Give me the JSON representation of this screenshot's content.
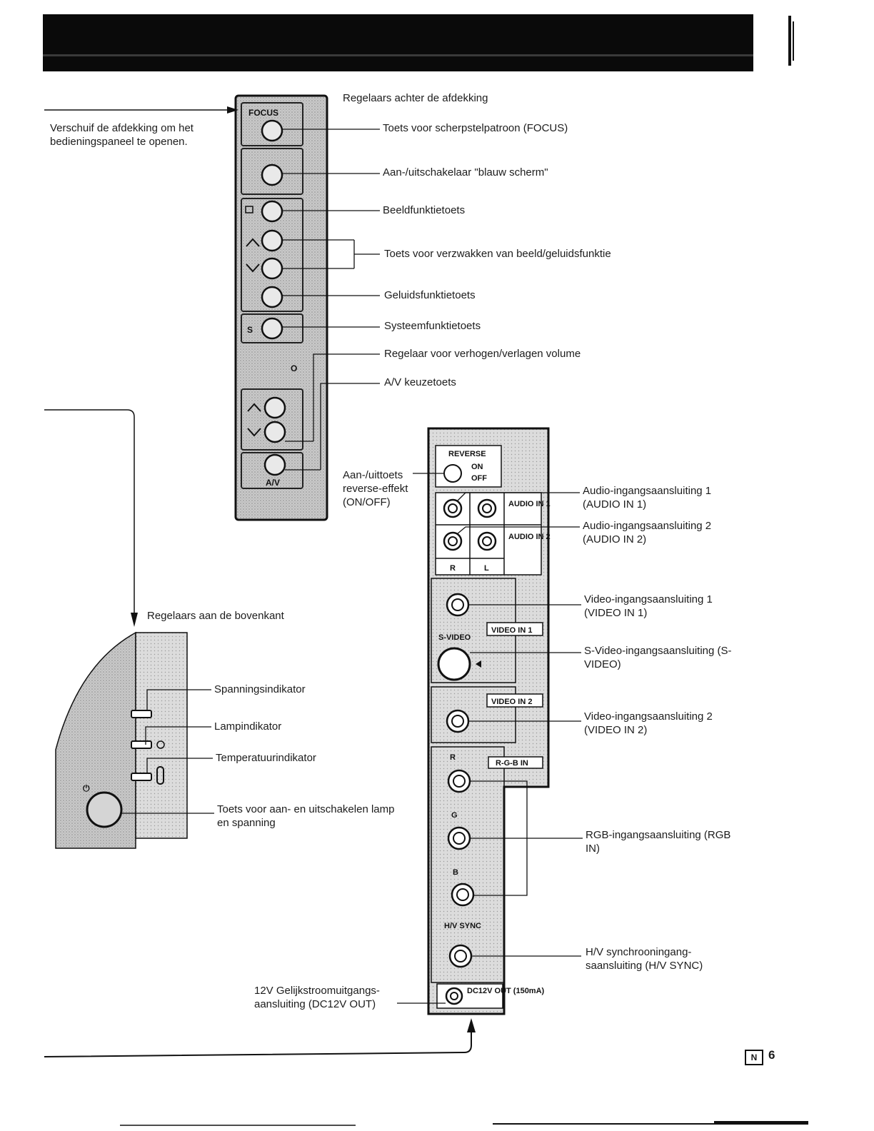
{
  "top_panel": {
    "heading": "Regelaars achter de afdekking",
    "focus_label": "FOCUS",
    "slide_note": "Verschuif de afdekking om het bedieningspaneel te openen.",
    "callouts": [
      "Toets voor scherpstelpatroon (FOCUS)",
      "Aan-/uitschakelaar \"blauw scherm\"",
      "Beeldfunktietoets",
      "Toets voor verzwakken van beeld/geluidsfunktie",
      "Geluidsfunktietoets",
      "Systeemfunktietoets",
      "Regelaar voor verhogen/verlagen volume",
      "A/V keuzetoets"
    ],
    "s_key": "S",
    "av_key": "A/V"
  },
  "top_side": {
    "heading": "Regelaars aan de bovenkant",
    "callouts": [
      "Spanningsindikator",
      "Lampindikator",
      "Temperatuurindikator",
      "Toets voor aan- en uitschakelen lamp en spanning"
    ]
  },
  "rear_panel": {
    "reverse": {
      "title": "REVERSE",
      "on": "ON",
      "off": "OFF"
    },
    "reverse_callout": "Aan-/uittoets reverse-effekt (ON/OFF)",
    "audio_in1": "AUDIO IN 1",
    "audio_in2": "AUDIO IN 2",
    "col_r": "R",
    "col_l": "L",
    "video_in1": "VIDEO IN 1",
    "s_video": "S-VIDEO",
    "video_in2": "VIDEO IN 2",
    "rgb_in": "R-G-B IN",
    "r": "R",
    "g": "G",
    "b": "B",
    "hv_sync": "H/V SYNC",
    "dc_out": "DC12V OUT (150mA)",
    "callouts": {
      "audio1": "Audio-ingangsaansluiting 1 (AUDIO IN 1)",
      "audio2": "Audio-ingangsaansluiting 2 (AUDIO IN 2)",
      "video1": "Video-ingangsaansluiting 1 (VIDEO IN 1)",
      "svideo": "S-Video-ingangsaansluiting (S-VIDEO)",
      "video2": "Video-ingangsaansluiting 2 (VIDEO IN 2)",
      "rgb": "RGB-ingangsaansluiting (RGB IN)",
      "hv": "H/V synchrooningang-saansluiting (H/V SYNC)",
      "dc": "12V Gelijkstroomuitgangs-aansluiting (DC12V OUT)"
    }
  },
  "footer": {
    "lang_badge": "N",
    "page_number": "6"
  }
}
